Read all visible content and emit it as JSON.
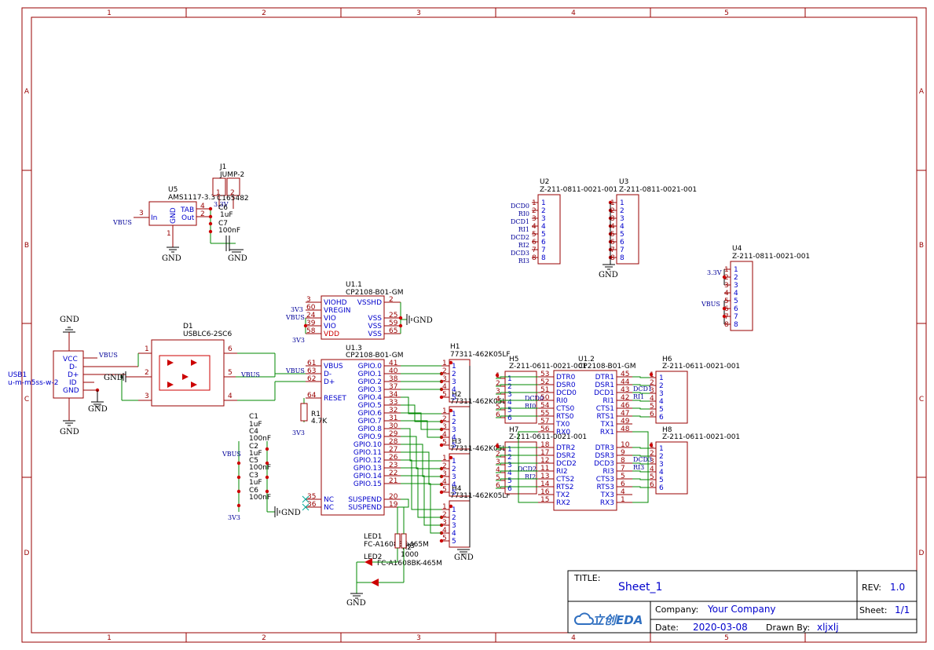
{
  "zones": {
    "columns": [
      "1",
      "2",
      "3",
      "4",
      "5"
    ],
    "rows": [
      "A",
      "B",
      "C",
      "D"
    ]
  },
  "title_block": {
    "title_label": "TITLE:",
    "title": "Sheet_1",
    "rev_label": "REV:",
    "rev": "1.0",
    "company_label": "Company:",
    "company": "Your Company",
    "sheet_label": "Sheet:",
    "sheet": "1/1",
    "date_label": "Date:",
    "date": "2020-03-08",
    "drawn_label": "Drawn By:",
    "drawn_by": "xljxlj",
    "logo_text": "立创EDA"
  },
  "usb1": {
    "ref": "USB1",
    "value": "u-m-m5ss-w-2",
    "pins": [
      "VCC",
      "D-",
      "D+",
      "ID",
      "GND"
    ]
  },
  "d1": {
    "ref": "D1",
    "value": "USBLC6-2SC6",
    "left_pins": [
      "1",
      "2",
      "3"
    ],
    "right_pins": [
      "6",
      "5",
      "4"
    ]
  },
  "u5": {
    "ref": "U5",
    "value": "AMS1117-3.3",
    "in_name": "In",
    "in_num": "3",
    "tab_name": "TAB",
    "tab_num": "4",
    "out_name": "Out",
    "out_num": "2",
    "gnd_name": "GND",
    "gnd_num": "1"
  },
  "j1": {
    "ref": "J1",
    "value": "JUMP-2",
    "pin1": "1",
    "pin2": "2"
  },
  "caps_top": {
    "c_a": "C6",
    "c_a_val": "1uF",
    "c_b": "C7",
    "c_b_val": "100nF",
    "overlap": "C165482",
    "overlap2": "3.3V"
  },
  "caps_left": {
    "refs": [
      "C1",
      "C4",
      "C2",
      "C5",
      "C3",
      "C6"
    ],
    "vals": [
      "1uF",
      "100nF",
      "1uF",
      "100nF",
      "1uF",
      "100nF"
    ]
  },
  "r1": {
    "ref": "R1",
    "value": "4.7K"
  },
  "u1_1": {
    "ref": "U1.1",
    "value": "CP2108-B01-GM",
    "left": [
      {
        "num": "3",
        "name": "VIOHD"
      },
      {
        "num": "60",
        "name": "VREGIN"
      },
      {
        "num": "24",
        "name": "VIO"
      },
      {
        "num": "39",
        "name": "VIO"
      },
      {
        "num": "58",
        "name": "VDD"
      }
    ],
    "right": [
      {
        "num": "2",
        "name": "VSSHD"
      },
      {
        "num": "25",
        "name": "VSS"
      },
      {
        "num": "59",
        "name": "VSS"
      },
      {
        "num": "65",
        "name": "VSS"
      }
    ]
  },
  "u1_3": {
    "ref": "U1.3",
    "value": "CP2108-B01-GM",
    "left": [
      {
        "num": "61",
        "name": "VBUS"
      },
      {
        "num": "63",
        "name": "D-"
      },
      {
        "num": "62",
        "name": "D+"
      },
      {
        "num": "64",
        "name": "RESET"
      },
      {
        "num": "35",
        "name": "NC"
      },
      {
        "num": "36",
        "name": "NC"
      }
    ],
    "right": [
      {
        "num": "41",
        "name": "GPIO.0"
      },
      {
        "num": "40",
        "name": "GPIO.1"
      },
      {
        "num": "38",
        "name": "GPIO.2"
      },
      {
        "num": "37",
        "name": "GPIO.3"
      },
      {
        "num": "34",
        "name": "GPIO.4"
      },
      {
        "num": "33",
        "name": "GPIO.5"
      },
      {
        "num": "32",
        "name": "GPIO.6"
      },
      {
        "num": "31",
        "name": "GPIO.7"
      },
      {
        "num": "30",
        "name": "GPIO.8"
      },
      {
        "num": "29",
        "name": "GPIO.9"
      },
      {
        "num": "28",
        "name": "GPIO.10"
      },
      {
        "num": "27",
        "name": "GPIO.11"
      },
      {
        "num": "26",
        "name": "GPIO.12"
      },
      {
        "num": "23",
        "name": "GPIO.13"
      },
      {
        "num": "22",
        "name": "GPIO.14"
      },
      {
        "num": "21",
        "name": "GPIO.15"
      },
      {
        "num": "20",
        "name": "SUSPEND"
      },
      {
        "num": "19",
        "name": "SUSPEND"
      }
    ]
  },
  "u1_2": {
    "ref": "U1.2",
    "value": "CP2108-B01-GM",
    "left": [
      {
        "num": "53",
        "name": "DTR0"
      },
      {
        "num": "52",
        "name": "DSR0"
      },
      {
        "num": "51",
        "name": "DCD0"
      },
      {
        "num": "50",
        "name": "RI0"
      },
      {
        "num": "54",
        "name": "CTS0"
      },
      {
        "num": "55",
        "name": "RTS0"
      },
      {
        "num": "57",
        "name": "TX0"
      },
      {
        "num": "56",
        "name": "RX0"
      },
      {
        "num": "18",
        "name": "DTR2"
      },
      {
        "num": "17",
        "name": "DSR2"
      },
      {
        "num": "12",
        "name": "DCD2"
      },
      {
        "num": "11",
        "name": "RI2"
      },
      {
        "num": "13",
        "name": "CTS2"
      },
      {
        "num": "14",
        "name": "RTS2"
      },
      {
        "num": "16",
        "name": "TX2"
      },
      {
        "num": "15",
        "name": "RX2"
      }
    ],
    "right": [
      {
        "num": "45",
        "name": "DTR1"
      },
      {
        "num": "44",
        "name": "DSR1"
      },
      {
        "num": "43",
        "name": "DCD1"
      },
      {
        "num": "42",
        "name": "RI1"
      },
      {
        "num": "46",
        "name": "CTS1"
      },
      {
        "num": "47",
        "name": "RTS1"
      },
      {
        "num": "49",
        "name": "TX1"
      },
      {
        "num": "48",
        "name": "RX1"
      },
      {
        "num": "10",
        "name": "DTR3"
      },
      {
        "num": "9",
        "name": "DSR3"
      },
      {
        "num": "8",
        "name": "DCD3"
      },
      {
        "num": "7",
        "name": "RI3"
      },
      {
        "num": "5",
        "name": "CTS3"
      },
      {
        "num": "6",
        "name": "RTS3"
      },
      {
        "num": "4",
        "name": "TX3"
      },
      {
        "num": "1",
        "name": "RX3"
      }
    ]
  },
  "headers": {
    "u2": {
      "ref": "U2",
      "value": "Z-211-0811-0021-001",
      "pins": [
        "1",
        "2",
        "3",
        "4",
        "5",
        "6",
        "7",
        "8"
      ],
      "nets": [
        "DCD0",
        "RI0",
        "DCD1",
        "RI1",
        "DCD2",
        "RI2",
        "DCD3",
        "RI3"
      ]
    },
    "u3": {
      "ref": "U3",
      "value": "Z-211-0811-0021-001",
      "pins": [
        "1",
        "2",
        "3",
        "4",
        "5",
        "6",
        "7",
        "8"
      ]
    },
    "u4": {
      "ref": "U4",
      "value": "Z-211-0811-0021-001",
      "pins": [
        "1",
        "2",
        "3",
        "4",
        "5",
        "6",
        "7",
        "8"
      ],
      "net_a": "3.3V",
      "net_b": "VBUS"
    },
    "h1": {
      "ref": "H1",
      "value": "77311-462K05LF",
      "pins": [
        "1",
        "2",
        "3",
        "4",
        "5"
      ]
    },
    "h2": {
      "ref": "H2",
      "value": "77311-462K05LF",
      "pins": [
        "1",
        "2",
        "3",
        "4",
        "5"
      ]
    },
    "h3": {
      "ref": "H3",
      "value": "77311-462K05LF",
      "pins": [
        "1",
        "2",
        "3",
        "4",
        "5"
      ]
    },
    "h4": {
      "ref": "H4",
      "value": "77311-462K05LF",
      "pins": [
        "1",
        "2",
        "3",
        "4",
        "5"
      ]
    },
    "h5": {
      "ref": "H5",
      "value": "Z-211-0611-0021-001",
      "pins": [
        "1",
        "2",
        "3",
        "4",
        "5",
        "6"
      ]
    },
    "h6": {
      "ref": "H6",
      "value": "Z-211-0611-0021-001",
      "pins": [
        "1",
        "2",
        "3",
        "4",
        "5",
        "6"
      ]
    },
    "h7": {
      "ref": "H7",
      "value": "Z-211-0611-0021-001",
      "pins": [
        "1",
        "2",
        "3",
        "4",
        "5",
        "6"
      ]
    },
    "h8": {
      "ref": "H8",
      "value": "Z-211-0611-0021-001",
      "pins": [
        "1",
        "2",
        "3",
        "4",
        "5",
        "6"
      ]
    }
  },
  "leds": {
    "led1": "LED1",
    "led1_val": "FC-A1608BK-465M",
    "led2": "LED2",
    "led2_val": "FC-A1608BK-465M",
    "r2": "R2",
    "r3": "R3",
    "rval": "1000"
  },
  "nets": {
    "vbus": "VBUS",
    "v3v3": "3V3",
    "gnd": "GND",
    "dcd": [
      "DCD0",
      "DCD1",
      "DCD2",
      "DCD3"
    ],
    "ri": [
      "RI0",
      "RI1",
      "RI2",
      "RI3"
    ]
  }
}
